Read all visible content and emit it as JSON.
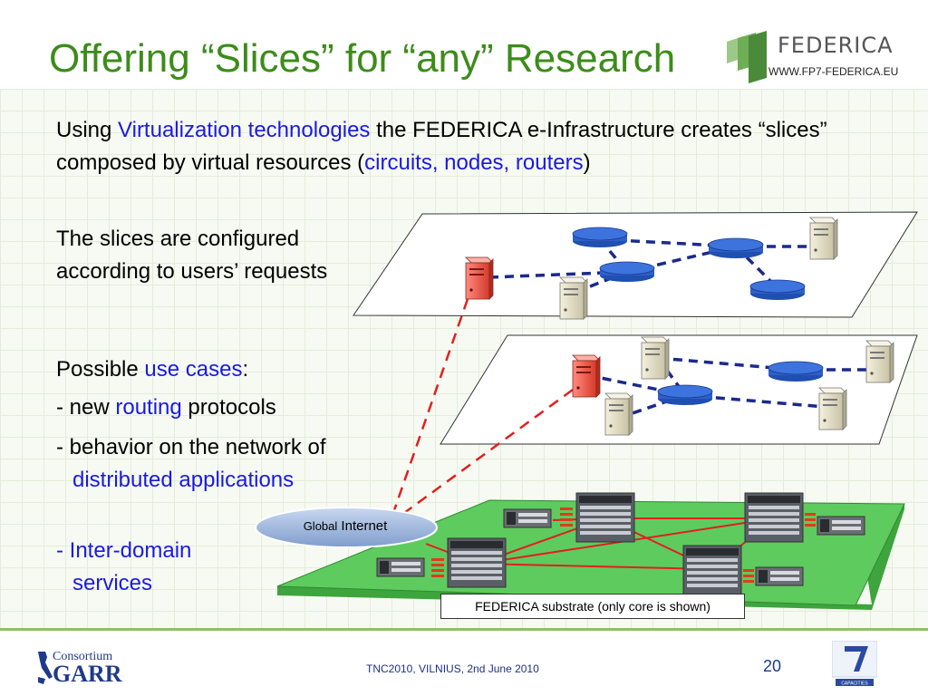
{
  "slide": {
    "title": "Offering “Slices” for “any” Research",
    "logo": {
      "name": "FEDERICA",
      "url": "WWW.FP7-FEDERICA.EU"
    },
    "intro": {
      "p1": "Using ",
      "hl1": "Virtualization technologies",
      "p2": " the FEDERICA e-Infrastructure creates “slices” composed by virtual resources (",
      "hl2": "circuits, nodes, routers",
      "p3": ")"
    },
    "config_text": "The slices are configured according to users’ requests",
    "use_cases": {
      "lead": "Possible ",
      "lead_hl": "use cases",
      "lead_end": ":",
      "item1_a": "- new ",
      "item1_hl": "routing",
      "item1_b": " protocols",
      "item2_a": "- behavior on the network of ",
      "item2_hl": "distributed applications",
      "item3": "- Inter-domain services"
    },
    "diagram": {
      "global_label_small": "Global",
      "global_label": " Internet",
      "substrate_label": "FEDERICA substrate (only core is shown)",
      "colors": {
        "slice_link": "#1a2a8a",
        "cross_link": "#e02020",
        "substrate": "#5ecb5e",
        "router": "#2f5fc8"
      }
    },
    "footer": {
      "consortium": "Consortium",
      "org": "GARR",
      "event": "TNC2010, VILNIUS, 2nd June 2010",
      "page": "20",
      "fp7_label": "CAPACITIES"
    }
  }
}
